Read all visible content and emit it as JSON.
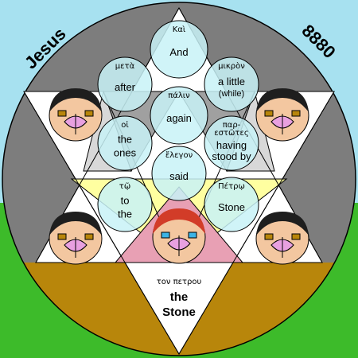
{
  "corners": {
    "left": "Jesus",
    "right": "8880"
  },
  "circles": [
    {
      "id": "kai",
      "greek": "Καὶ",
      "english": [
        "And"
      ]
    },
    {
      "id": "meta",
      "greek": "μετὰ",
      "english": [
        "after"
      ]
    },
    {
      "id": "mikron",
      "greek": "μικρὸν",
      "english": [
        "a little",
        "(while)"
      ]
    },
    {
      "id": "palin",
      "greek": "πάλιν",
      "english": [
        "again"
      ]
    },
    {
      "id": "hoi",
      "greek": "οἱ",
      "english": [
        "the",
        "ones"
      ]
    },
    {
      "id": "parestotes",
      "greek": "παρ-\nεστῶτες",
      "english": [
        "having",
        "stood by"
      ]
    },
    {
      "id": "elegon",
      "greek": "ἔλεγον",
      "english": [
        "said"
      ]
    },
    {
      "id": "to",
      "greek": "τῷ",
      "english": [
        "to",
        "the"
      ]
    },
    {
      "id": "petro",
      "greek": "Πέτρῳ",
      "english": [
        "Stone"
      ]
    }
  ],
  "bottom": {
    "greek": "τον πετρου",
    "line1": "the",
    "line2": "Stone"
  },
  "colors": {
    "circle_fill": "#c8f2f7",
    "gray": "#7d7d7d",
    "brown": "#b8860b",
    "green": "#3dbb2a",
    "sky": "#a7e1f0"
  }
}
